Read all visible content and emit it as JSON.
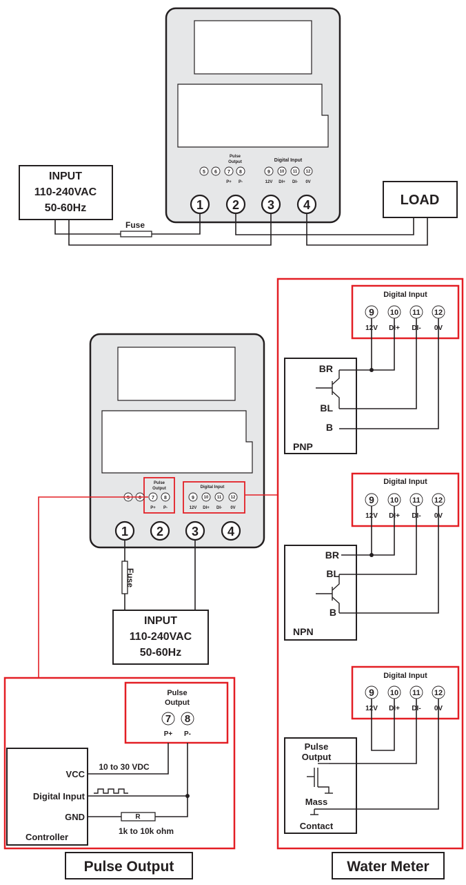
{
  "top": {
    "input_line1": "INPUT",
    "input_line2": "110-240VAC",
    "input_line3": "50-60Hz",
    "fuse": "Fuse",
    "load": "LOAD",
    "pulse_l1": "Pulse",
    "pulse_l2": "Output",
    "digital_input": "Digital Input",
    "p_plus": "P+",
    "p_minus": "P-",
    "v12": "12V",
    "di_plus": "DI+",
    "di_minus": "DI-",
    "v0": "0V"
  },
  "terminals_small": [
    "5",
    "6",
    "7",
    "8",
    "9",
    "10",
    "11",
    "12"
  ],
  "terminals_big": [
    "1",
    "2",
    "3",
    "4"
  ],
  "middle": {
    "input_line1": "INPUT",
    "input_line2": "110-240VAC",
    "input_line3": "50-60Hz",
    "fuse": "Fuse"
  },
  "pulse_section": {
    "box_title_l1": "Pulse",
    "box_title_l2": "Output",
    "vcc": "VCC",
    "digital_input": "Digital Input",
    "gnd": "GND",
    "controller": "Controller",
    "voltage": "10 to 30 VDC",
    "resistor": "R",
    "resistor_value": "1k to 10k ohm",
    "caption": "Pulse Output"
  },
  "water_section": {
    "digital_input": "Digital Input",
    "pnp": "PNP",
    "npn": "NPN",
    "br": "BR",
    "bl": "BL",
    "b": "B",
    "pulse_l1": "Pulse",
    "pulse_l2": "Output",
    "mass": "Mass",
    "contact": "Contact",
    "caption": "Water Meter"
  }
}
